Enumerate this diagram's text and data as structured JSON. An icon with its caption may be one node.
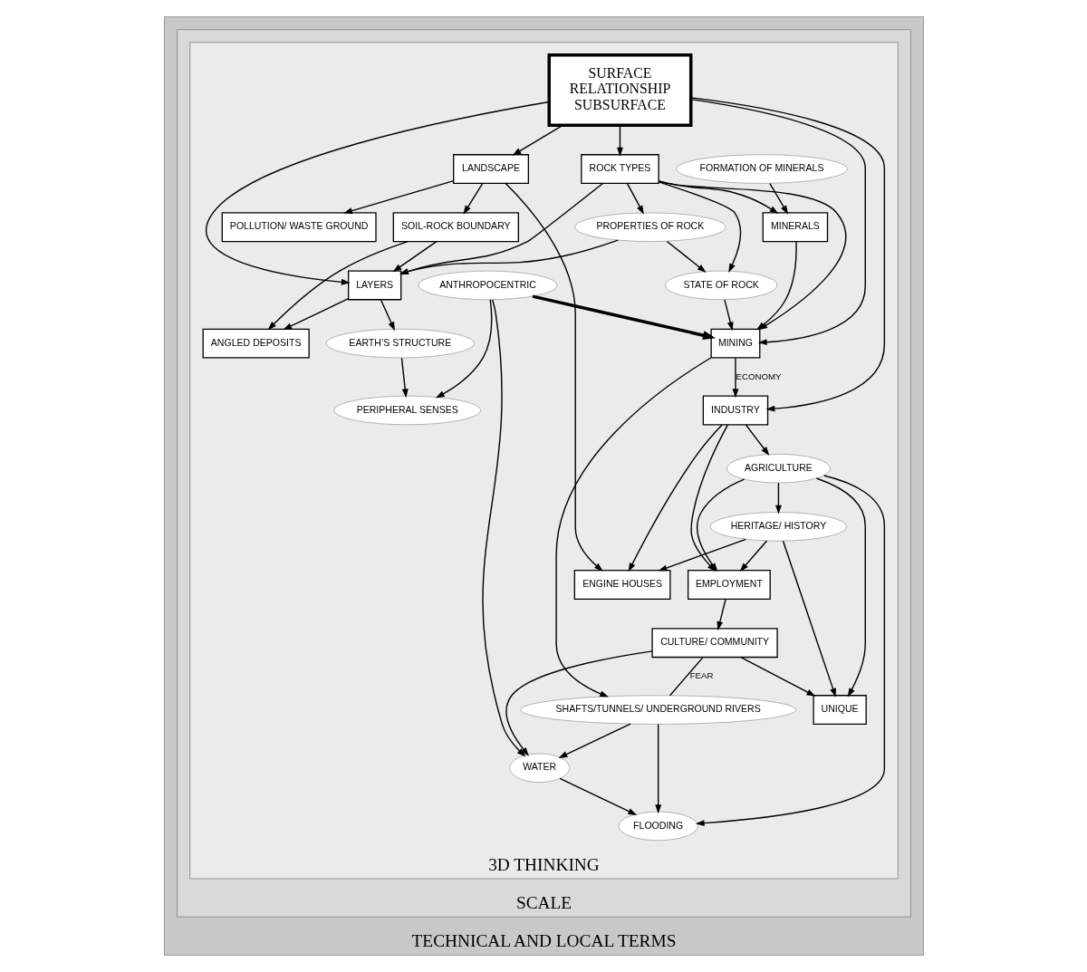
{
  "diagram": {
    "nodes": [
      {
        "text": [
          "TECHNICAL AND LOCAL TERMS"
        ]
      },
      {
        "text": [
          "SCALE"
        ],
        "in": 0
      },
      {
        "text": [
          "3D THINKING"
        ],
        "in": 1
      },
      {
        "text": [
          "POLLUTION/ WASTE GROUND"
        ],
        "in": 2
      },
      {
        "text": [
          "ENGINE HOUSES"
        ],
        "in": 2
      },
      {
        "text": [
          "HERITAGE/ HISTORY"
        ],
        "in": 2
      },
      {
        "text": [
          "UNIQUE"
        ],
        "in": 2
      },
      {
        "text": [
          "LANDSCAPE"
        ],
        "in": 2
      },
      {
        "text": [
          "AGRICULTURE"
        ],
        "in": 2
      },
      {
        "text": [
          "INDUSTRY"
        ],
        "in": 2
      },
      {
        "text": [
          "EMPLOYMENT"
        ],
        "in": 2
      },
      {
        "text": [
          "CULTURE/ COMMUNITY"
        ],
        "in": 2
      },
      {
        "text": [
          "FLOODING"
        ],
        "in": 2
      },
      {
        "text": [
          "SURFACE",
          "RELATIONSHIP",
          "SUBSURFACE"
        ],
        "in": 2
      },
      {
        "text": [
          "WATER"
        ],
        "in": 2
      },
      {
        "text": [
          "SOIL-ROCK BOUNDARY"
        ],
        "in": 2
      },
      {
        "text": [
          "MINING"
        ],
        "in": 2
      },
      {
        "text": [
          "SHAFTS/TUNNELS/ UNDERGROUND RIVERS"
        ],
        "in": 2
      },
      {
        "text": [
          "MINERALS"
        ],
        "in": 2
      },
      {
        "text": [
          "ANTHROPOCENTRIC"
        ],
        "in": 2
      },
      {
        "text": [
          "LAYERS"
        ],
        "in": 2
      },
      {
        "text": [
          "ROCK TYPES"
        ],
        "in": 2
      },
      {
        "text": [
          "ANGLED DEPOSITS"
        ],
        "in": 2
      },
      {
        "text": [
          "PROPERTIES OF ROCK"
        ],
        "in": 2
      },
      {
        "text": [
          "FORMATION OF MINERALS"
        ],
        "in": 2
      },
      {
        "text": [
          "STATE OF ROCK"
        ],
        "in": 2
      },
      {
        "text": [
          "EARTH’S STRUCTURE"
        ],
        "in": 2
      },
      {
        "text": [
          "PERIPHERAL SENSES"
        ],
        "in": 2
      }
    ],
    "edges": [
      {
        "from": 7,
        "to": 3,
        "arrow": "to"
      },
      {
        "from": 7,
        "to": 4,
        "arrow": "to"
      },
      {
        "from": 13,
        "to": 7,
        "arrow": "to"
      },
      {
        "from": 7,
        "to": 15,
        "arrow": "to"
      },
      {
        "from": 5,
        "to": 4,
        "arrow": "to"
      },
      {
        "from": 5,
        "to": 6,
        "arrow": "to"
      },
      {
        "from": 5,
        "to": 10,
        "arrow": "to"
      },
      {
        "from": 8,
        "to": 5,
        "arrow": "to"
      },
      {
        "from": 8,
        "to": 6,
        "arrow": "to"
      },
      {
        "from": 8,
        "to": 10,
        "arrow": "to"
      },
      {
        "from": 8,
        "to": 12,
        "arrow": "to"
      },
      {
        "from": 9,
        "to": 4,
        "arrow": "to"
      },
      {
        "from": 9,
        "to": 8,
        "arrow": "to"
      },
      {
        "from": 9,
        "to": 10,
        "arrow": "to"
      },
      {
        "from": 13,
        "to": 9,
        "arrow": "to"
      },
      {
        "from": 16,
        "to": 9,
        "arrow": "to",
        "label": "ECONOMY"
      },
      {
        "from": 10,
        "to": 11,
        "arrow": "to"
      },
      {
        "from": 11,
        "to": 6,
        "arrow": "to"
      },
      {
        "from": 11,
        "to": 14,
        "arrow": "to"
      },
      {
        "from": 11,
        "to": 17,
        "arrow": "none",
        "label": "FEAR"
      },
      {
        "from": 14,
        "to": 12,
        "arrow": "to"
      },
      {
        "from": 17,
        "to": 12,
        "arrow": "to"
      },
      {
        "from": 17,
        "to": 14,
        "arrow": "to"
      },
      {
        "from": 19,
        "to": 14,
        "arrow": "to"
      },
      {
        "from": 16,
        "to": 17,
        "arrow": "to"
      },
      {
        "from": 13,
        "to": 16,
        "arrow": "to"
      },
      {
        "from": 21,
        "to": 16,
        "arrow": "to"
      },
      {
        "from": 18,
        "to": 16,
        "arrow": "to"
      },
      {
        "from": 25,
        "to": 16,
        "arrow": "to"
      },
      {
        "from": 19,
        "to": 16,
        "arrow": "to",
        "style": "thick"
      },
      {
        "from": 24,
        "to": 18,
        "arrow": "to"
      },
      {
        "from": 21,
        "to": 18,
        "arrow": "to"
      },
      {
        "from": 15,
        "to": 22,
        "arrow": "to"
      },
      {
        "from": 15,
        "to": 20,
        "arrow": "to"
      },
      {
        "from": 13,
        "to": 20,
        "arrow": "to"
      },
      {
        "from": 13,
        "to": 21,
        "arrow": "to"
      },
      {
        "from": 20,
        "to": 22,
        "arrow": "to"
      },
      {
        "from": 20,
        "to": 26,
        "arrow": "to"
      },
      {
        "from": 21,
        "to": 20,
        "arrow": "to"
      },
      {
        "from": 21,
        "to": 23,
        "arrow": "to"
      },
      {
        "from": 23,
        "to": 20,
        "arrow": "to"
      },
      {
        "from": 23,
        "to": 25,
        "arrow": "to"
      },
      {
        "from": 21,
        "to": 25,
        "arrow": "to"
      },
      {
        "from": 19,
        "to": 27,
        "arrow": "to"
      },
      {
        "from": 26,
        "to": 27,
        "arrow": "to"
      }
    ]
  }
}
